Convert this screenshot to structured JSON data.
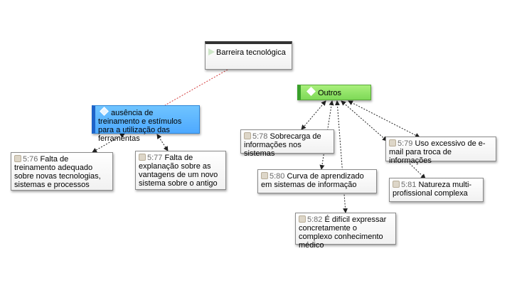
{
  "nodes": {
    "barreira": {
      "label": "Barreira tecnológica"
    },
    "outros": {
      "label": "Outros"
    },
    "ausencia": {
      "label": "ausência de treinamento e estímulos para a utilização das ferramentas"
    },
    "q576": {
      "id": "5:76",
      "text": "Falta de treinamento adequado sobre novas tecnologias, sistemas e processos"
    },
    "q577": {
      "id": "5:77",
      "text": "Falta de explanação sobre as vantagens de um novo sistema sobre o antigo"
    },
    "q578": {
      "id": "5:78",
      "text": "Sobrecarga de informações nos sistemas"
    },
    "q580": {
      "id": "5:80",
      "text": "Curva de aprendizado em sistemas de informação"
    },
    "q582": {
      "id": "5:82",
      "text": "É difícil expressar concretamente o complexo conhecimento médico"
    },
    "q579": {
      "id": "5:79",
      "text": "Uso excessivo de e-mail para troca de informações"
    },
    "q581": {
      "id": "5:81",
      "text": "Natureza multi-profissional complexa"
    }
  },
  "colors": {
    "code_blue": "#4ea9ff",
    "code_green": "#7ed957",
    "link_red": "#d33b3b",
    "link_black": "#222222"
  }
}
